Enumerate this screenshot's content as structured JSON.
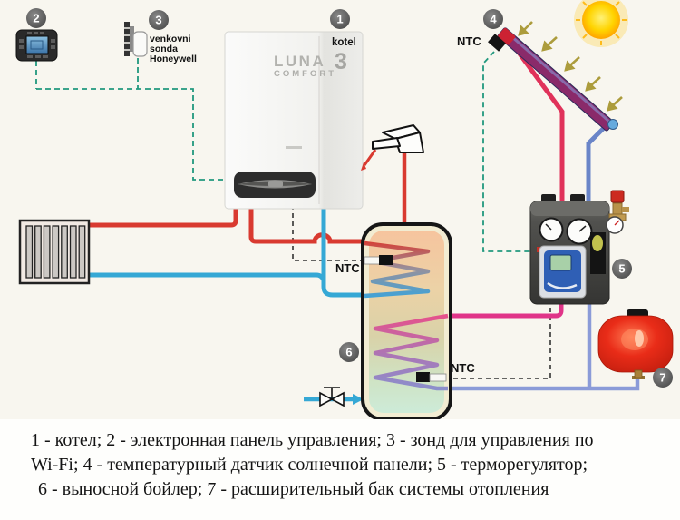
{
  "caption": {
    "line1": "1 - котел; 2 - электронная панель управления; 3 - зонд для управления по",
    "line2": "Wi-Fi; 4 - температурный датчик солнечной панели; 5 - терморегулятор;",
    "line3": "6 - выносной бойлер; 7 - расширительный бак системы отопления"
  },
  "diagram": {
    "badges": [
      "1",
      "2",
      "3",
      "4",
      "5",
      "6",
      "7"
    ],
    "labels": {
      "kotel": "kotel",
      "boiler_logo_word": "LUNA",
      "boiler_logo_digit": "3",
      "boiler_logo_sub": "COMFORT",
      "sonda_line1": "venkovni",
      "sonda_line2": "sonda",
      "sonda_line3": "Honeywell",
      "ntc": "NTC"
    },
    "colors": {
      "background": "#f8f6ef",
      "hot_pipe": "#d93a30",
      "cold_pipe": "#35a8d5",
      "solar_hot_pipe": "#e0325a",
      "solar_to_tank_pipe": "#e03488",
      "solar_return_pipe": "#8b9bd8",
      "sensor_cable": "#21987e",
      "ntc_cable": "#333333",
      "expansion_tank": "#e2261a",
      "sun": "#ffd400",
      "badge": "#4e4e4e"
    }
  }
}
